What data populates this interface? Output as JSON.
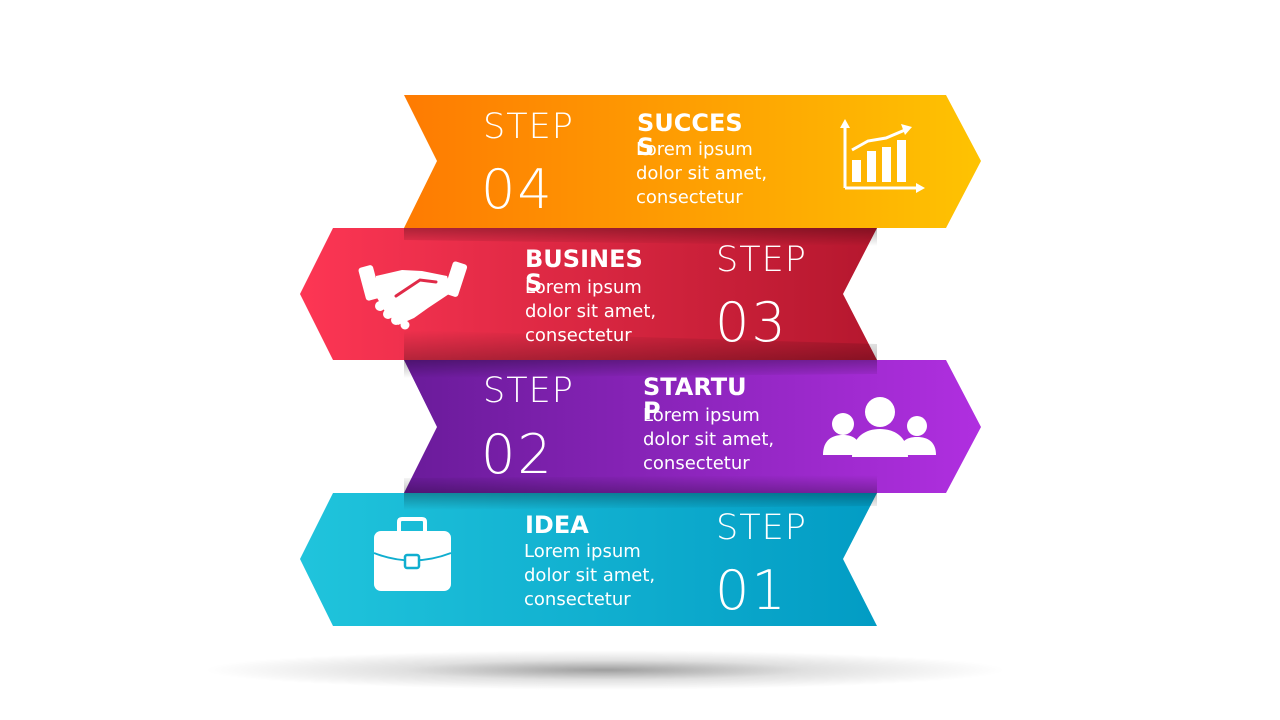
{
  "steps": [
    {
      "step_word": "STEP",
      "number": "04",
      "title": "SUCCESS",
      "body": "Lorem ipsum dolor sit amet, consectetur",
      "icon": "bar-chart-growth-icon",
      "colors": {
        "start": "#fe7b02",
        "end": "#fec302"
      }
    },
    {
      "step_word": "STEP",
      "number": "03",
      "title": "BUSINESS",
      "body": "Lorem ipsum dolor sit amet, consectetur",
      "icon": "handshake-icon",
      "colors": {
        "start": "#fd3654",
        "end": "#b5172e"
      }
    },
    {
      "step_word": "STEP",
      "number": "02",
      "title": "STARTUP",
      "body": "Lorem ipsum dolor sit amet, consectetur",
      "icon": "user-group-icon",
      "colors": {
        "start": "#6a1b9a",
        "end": "#b02fe0"
      }
    },
    {
      "step_word": "STEP",
      "number": "01",
      "title": "IDEA",
      "body": "Lorem ipsum dolor sit amet, consectetur",
      "icon": "briefcase-icon",
      "colors": {
        "start": "#20c4dc",
        "end": "#029cc4"
      }
    }
  ]
}
